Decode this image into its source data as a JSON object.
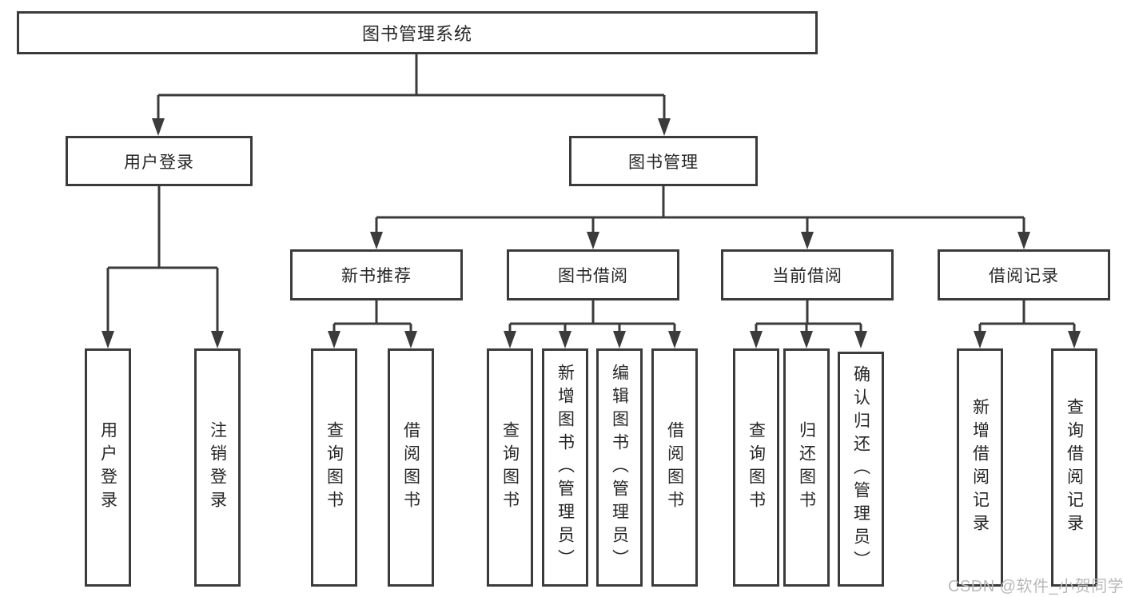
{
  "diagram": {
    "title": "图书管理系统",
    "line_color": "#3b3b3b",
    "text_color": "#262626",
    "tree": {
      "root": "图书管理系统",
      "children": [
        {
          "label": "用户登录",
          "children": [
            "用户登录",
            "注销登录"
          ]
        },
        {
          "label": "图书管理",
          "children": [
            {
              "label": "新书推荐",
              "children": [
                "查询图书",
                "借阅图书"
              ]
            },
            {
              "label": "图书借阅",
              "children": [
                "查询图书",
                "新增图书（管理员）",
                "编辑图书（管理员）",
                "借阅图书"
              ]
            },
            {
              "label": "当前借阅",
              "children": [
                "查询图书",
                "归还图书",
                "确认归还（管理员）"
              ]
            },
            {
              "label": "借阅记录",
              "children": [
                "新增借阅记录",
                "查询借阅记录"
              ]
            }
          ]
        }
      ]
    }
  },
  "watermark": {
    "text": "CSDN @软件_小贺同学",
    "color": "#b9b9b9"
  }
}
